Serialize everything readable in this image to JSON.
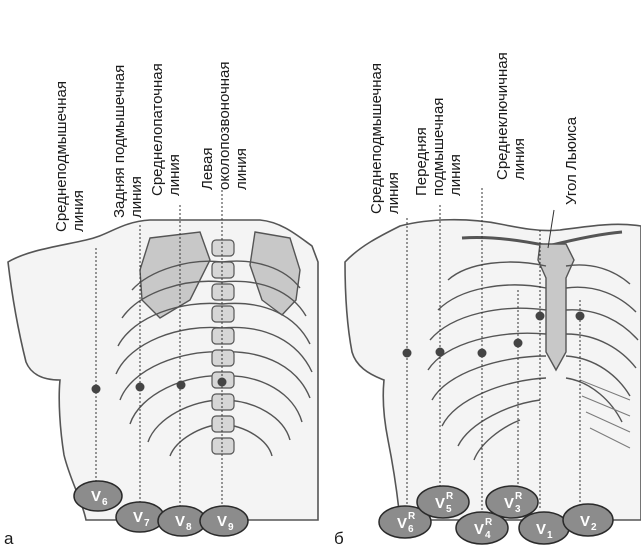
{
  "panel_a": {
    "letter": "а",
    "labels": [
      {
        "id": "a-mid-axillary",
        "lines": [
          "Среднеподмышечная",
          "линия"
        ]
      },
      {
        "id": "a-post-axillary",
        "lines": [
          "Задняя подмышечная",
          "линия"
        ]
      },
      {
        "id": "a-mid-scapular",
        "lines": [
          "Среднелопаточная",
          "линия"
        ]
      },
      {
        "id": "a-left-paravertebral",
        "lines": [
          "Левая",
          "околопозвоночная",
          "линия"
        ]
      }
    ],
    "electrodes": [
      {
        "id": "v6",
        "main": "V",
        "sub": "6",
        "sup": ""
      },
      {
        "id": "v7",
        "main": "V",
        "sub": "7",
        "sup": ""
      },
      {
        "id": "v8",
        "main": "V",
        "sub": "8",
        "sup": ""
      },
      {
        "id": "v9",
        "main": "V",
        "sub": "9",
        "sup": ""
      }
    ]
  },
  "panel_b": {
    "letter": "б",
    "labels": [
      {
        "id": "b-mid-axillary",
        "lines": [
          "Среднеподмышечная",
          "линия"
        ]
      },
      {
        "id": "b-ant-axillary",
        "lines": [
          "Передняя",
          "подмышечная",
          "линия"
        ]
      },
      {
        "id": "b-mid-clavicular",
        "lines": [
          "Среднеключичная",
          "линия"
        ]
      },
      {
        "id": "b-lewis-angle",
        "lines": [
          "Угол Льюиса"
        ]
      }
    ],
    "electrodes": [
      {
        "id": "v6r",
        "main": "V",
        "sub": "6",
        "sup": "R"
      },
      {
        "id": "v5r",
        "main": "V",
        "sub": "5",
        "sup": "R"
      },
      {
        "id": "v4r",
        "main": "V",
        "sub": "4",
        "sup": "R"
      },
      {
        "id": "v3r",
        "main": "V",
        "sub": "3",
        "sup": "R"
      },
      {
        "id": "v1",
        "main": "V",
        "sub": "1",
        "sup": ""
      },
      {
        "id": "v2",
        "main": "V",
        "sub": "2",
        "sup": ""
      }
    ]
  },
  "colors": {
    "electrode_fill": "#8c8c8c",
    "electrode_stroke": "#2a2a2a",
    "bone_fill": "#c8c8c8",
    "outline": "#555555"
  }
}
